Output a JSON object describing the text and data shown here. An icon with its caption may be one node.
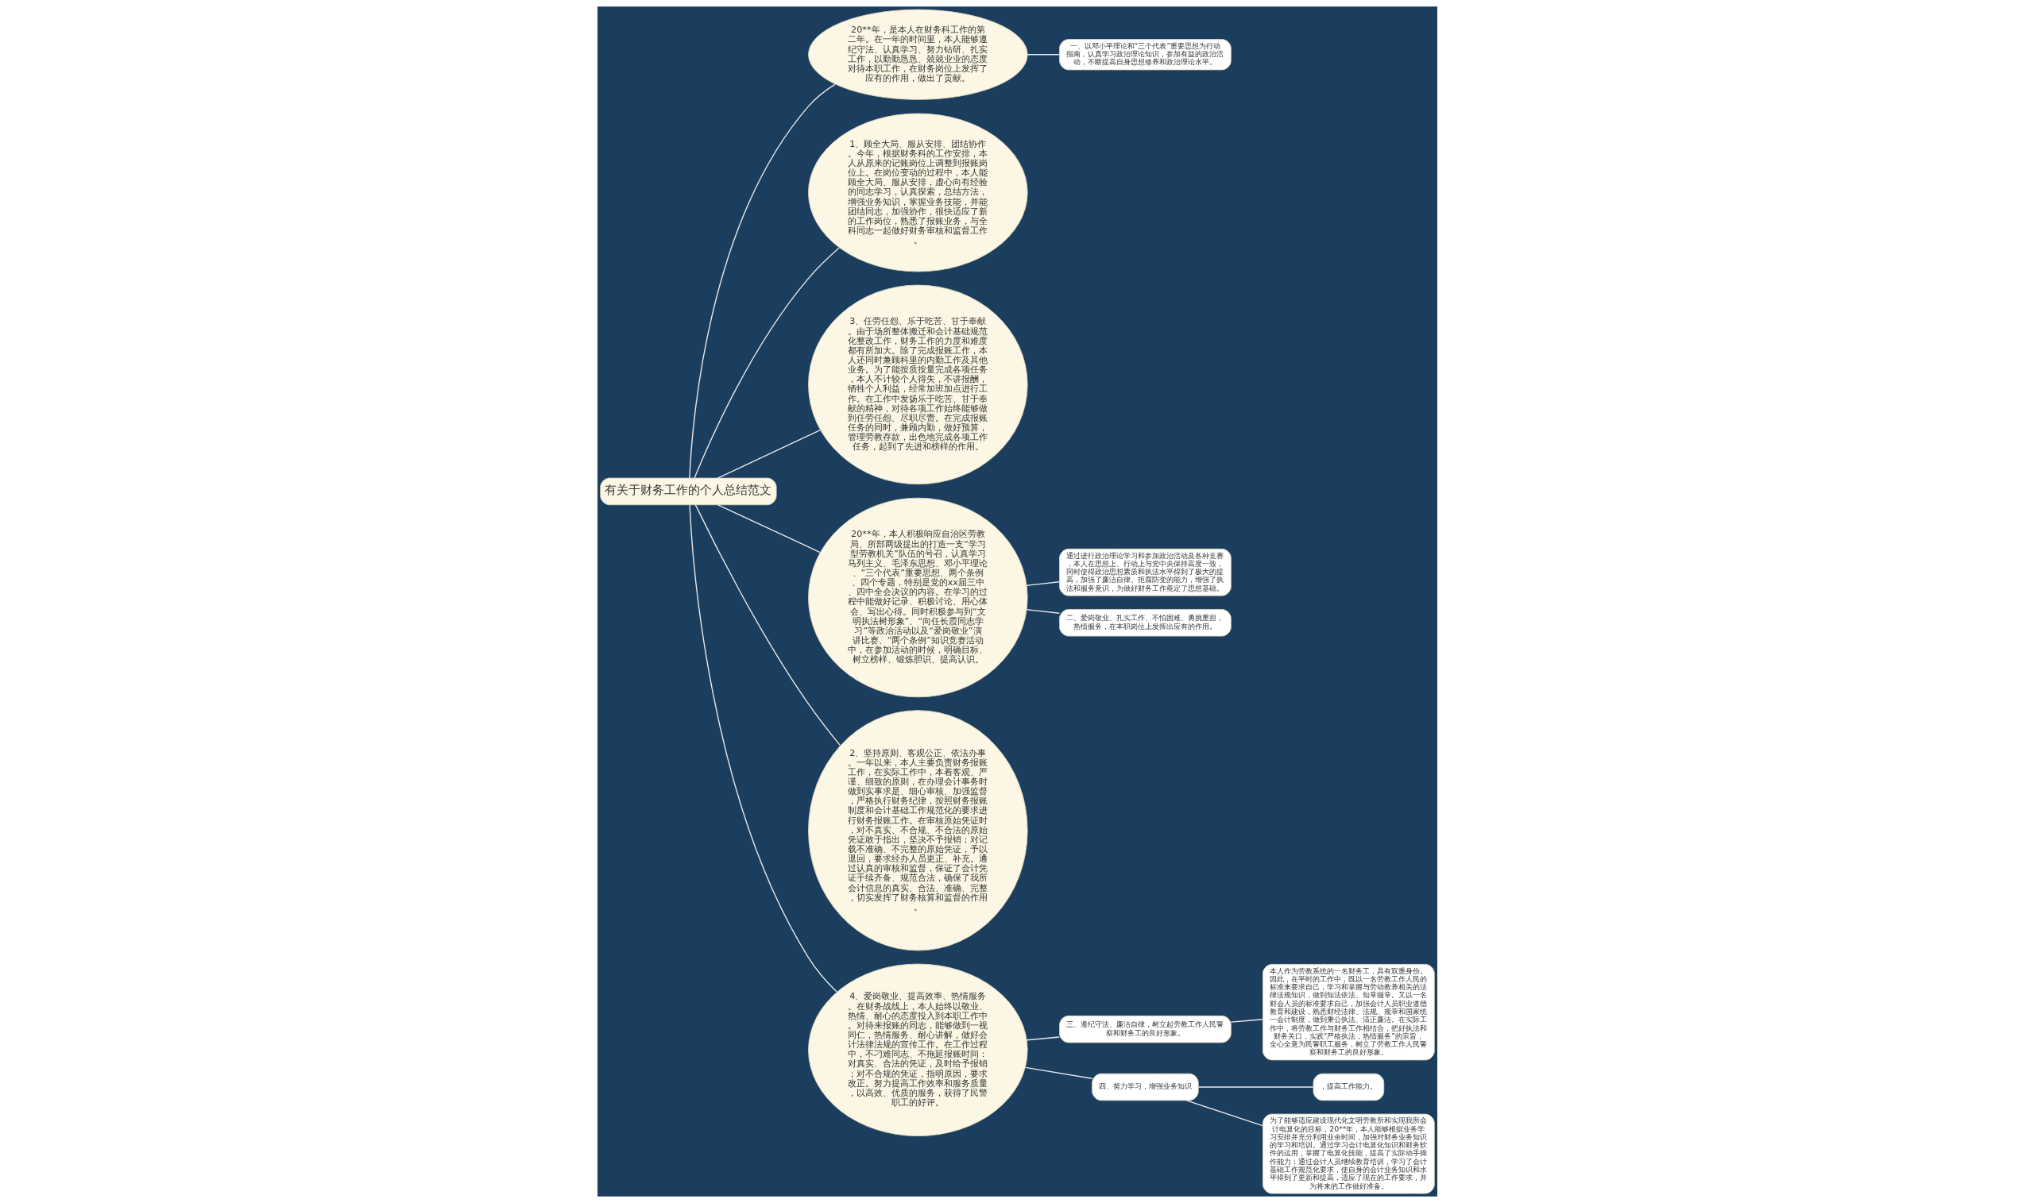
{
  "diagram": {
    "nodes": [
      {
        "text": [
          "有关于财务工作的个人总结范文"
        ]
      },
      {
        "text": [
          "20**年，是本人在财务科工作的第二年。在一年的时间里，本人能够遵纪守法、认真学习、努力钻研、扎实工作，以勤勤恳恳、兢兢业业的态度对待本职工作，在财务岗位上发挥了应有的作用，做出了贡献。"
        ]
      },
      {
        "text": [
          "一、以邓小平理论和“三个代表”重要思想为行动指南，认真学习政治理论知识，参加有益的政治活动，不断提高自身思想修养和政治理论水平。"
        ]
      },
      {
        "text": [
          "1、顾全大局、服从安排、团结协作。今年，根据财务科的工作安排，本人从原来的记账岗位上调整到报账岗位上。在岗位变动的过程中，本人能顾全大局、服从安排，虚心向有经验的同志学习，认真探索，总结方法，增强业务知识，掌握业务技能，并能团结同志，加强协作，很快适应了新的工作岗位，熟悉了报账业务，与全科同志一起做好财务审核和监督工作。"
        ]
      },
      {
        "text": [
          "3、任劳任怨、乐于吃苦、甘于奉献。由于场所整体搬迁和会计基础规范化整改工作，财务工作的力度和难度都有所加大。除了完成报账工作，本人还同时兼顾科里的内勤工作及其他业务。为了能按质按量完成各项任务，本人不计较个人得失，不讲报酬，牺牲个人利益，经常加班加点进行工作。在工作中发扬乐于吃苦、甘于奉献的精神，对待各项工作始终能够做到任劳任怨、尽职尽责。在完成报账任务的同时，兼顾内勤，做好预算，管理劳教存款，出色地完成各项工作任务，起到了先进和榜样的作用。"
        ]
      },
      {
        "text": [
          "20**年，本人积极响应自治区劳教局、所部两级提出的打造一支“学习型劳教机关”队伍的号召，认真学习马列主义、毛泽东思想、邓小平理论、“三个代表”重要思想、两个条例、四个专题，特别是党的xx届三中、四中全会决议的内容。在学习的过程中能做好记录、积极讨论、用心体会、写出心得。同时积极参与到“文明执法树形象”、“向任长霞同志学习”等政治活动以及“爱岗敬业”演讲比赛、“两个条例”知识竞赛活动中，在参加活动的时候，明确目标、树立榜样、锻炼胆识、提高认识。"
        ]
      },
      {
        "text": [
          "通过进行政治理论学习和参加政治活动及各种竞赛，本人在思想上、行动上与党中央保持高度一致，同时使得政治思想素质和执法水平得到了极大的提高，加强了廉洁自律、拒腐防变的能力，增强了执法和服务意识，为做好财务工作奠定了思想基础。"
        ]
      },
      {
        "text": [
          "二、爱岗敬业、扎实工作、不怕困难、勇挑重担，热情服务，在本职岗位上发挥出应有的作用。"
        ]
      },
      {
        "text": [
          "2、坚持原则、客观公正、依法办事。一年以来，本人主要负责财务报账工作，在实际工作中，本着客观、严谨、细致的原则，在办理会计事务时做到实事求是、细心审核、加强监督，严格执行财务纪律，按照财务报账制度和会计基础工作规范化的要求进行财务报账工作。在审核原始凭证时，对不真实、不合规、不合法的原始凭证敢于指出，坚决不予报销；对记载不准确、不完整的原始凭证，予以退回，要求经办人员更正、补充。通过认真的审核和监督，保证了会计凭证手续齐备、规范合法，确保了我所会计信息的真实、合法、准确、完整，切实发挥了财务核算和监督的作用。"
        ]
      },
      {
        "text": [
          "4、爱岗敬业、提高效率、热情服务。在财务战线上，本人始终以敬业、热情、耐心的态度投入到本职工作中。对待来报账的同志，能够做到一视同仁，热情服务、耐心讲解，做好会计法律法规的宣传工作。在工作过程中，不刁难同志、不拖延报账时间：对真实、合法的凭证，及时给予报销；对不合规的凭证，指明原因，要求改正。努力提高工作效率和服务质量，以高效、优质的服务，获得了民警职工的好评。"
        ]
      },
      {
        "text": [
          "三、遵纪守法、廉洁自律，树立起劳教工作人民警察和财务工的良好形象。"
        ]
      },
      {
        "text": [
          "本人作为劳教系统的一名财务工，具有双重身份。因此，在平时的工作中，既以一名劳教工作人民的标准来要求自己，学习和掌握与劳动教养相关的法律法规知识，做到知法依法、知章循章。又以一名财会人员的标准要求自己，加强会计人员职业道德教育和建设，熟悉财经法律、法规、规章和国家统一会计制度，做到秉公执法、清正廉洁。在实际工作中，将劳教工作与财务工作相结合，把好执法和财务关口，实践“严格执法，热情服务”的宗旨，全心全意为民警职工服务，树立了劳教工作人民警察和财务工的良好形象。"
        ]
      },
      {
        "text": [
          "四、努力学习，增强业务知识"
        ]
      },
      {
        "text": [
          "，提高工作能力。"
        ]
      },
      {
        "text": [
          "为了能够适应建设现代化文明劳教所和实现我所会计电算化的目标，20**年，本人能够根据业务学习安排并充分利用业余时间，加强对财务业务知识的学习和培训。通过学习会计电算化知识和财务软件的运用，掌握了电算化技能，提高了实际动手操作能力；通过会计人员继续教育培训，学习了会计基础工作规范化要求，使自身的会计业务知识和水平得到了更新和提高，适应了现在的工作要求，并为将来的工作做好准备。"
        ]
      }
    ],
    "edges": [
      {
        "from": 0,
        "to": 1,
        "arrow": "none"
      },
      {
        "from": 1,
        "to": 2,
        "arrow": "none"
      },
      {
        "from": 0,
        "to": 3,
        "arrow": "none"
      },
      {
        "from": 0,
        "to": 4,
        "arrow": "none"
      },
      {
        "from": 0,
        "to": 5,
        "arrow": "none"
      },
      {
        "from": 5,
        "to": 6,
        "arrow": "none"
      },
      {
        "from": 5,
        "to": 7,
        "arrow": "none"
      },
      {
        "from": 0,
        "to": 8,
        "arrow": "none"
      },
      {
        "from": 0,
        "to": 9,
        "arrow": "none"
      },
      {
        "from": 9,
        "to": 10,
        "arrow": "none"
      },
      {
        "from": 10,
        "to": 11,
        "arrow": "none"
      },
      {
        "from": 9,
        "to": 12,
        "arrow": "none"
      },
      {
        "from": 12,
        "to": 13,
        "arrow": "none"
      },
      {
        "from": 12,
        "to": 14,
        "arrow": "none"
      }
    ]
  }
}
